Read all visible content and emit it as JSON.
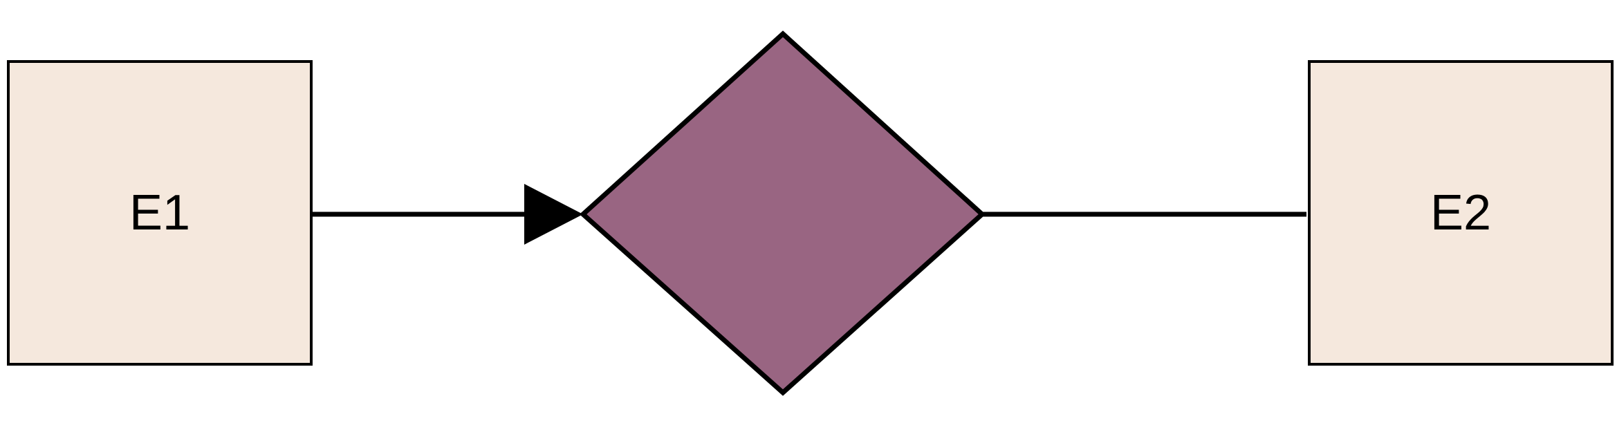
{
  "diagram": {
    "entities": [
      {
        "id": "e1",
        "label": "E1"
      },
      {
        "id": "e2",
        "label": "E2"
      }
    ],
    "relationship": {
      "label": ""
    },
    "colors": {
      "entity_fill": "#f5e8dd",
      "relationship_fill": "#996582",
      "stroke": "#000000"
    }
  }
}
